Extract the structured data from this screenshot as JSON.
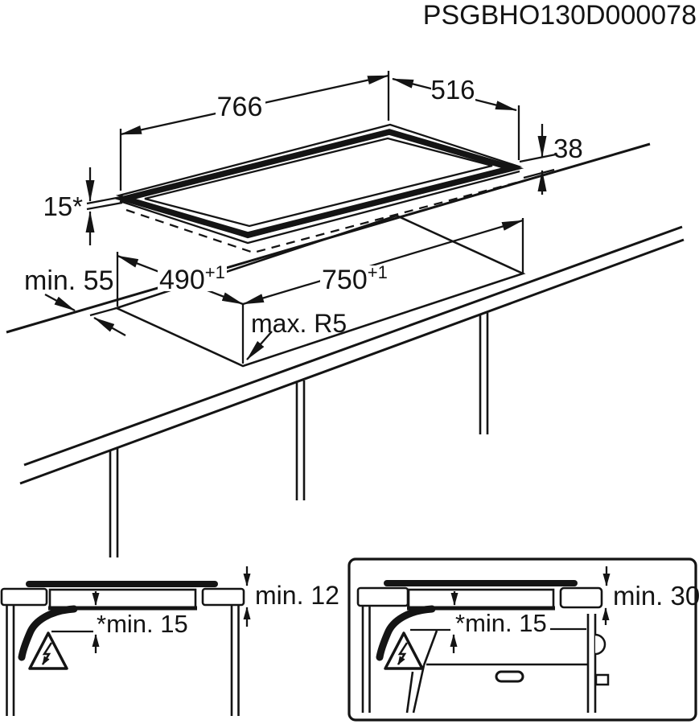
{
  "header": {
    "code": "PSGBHO130D000078"
  },
  "colors": {
    "ink": "#141414",
    "background": "#ffffff"
  },
  "hob_view": {
    "description": "isometric view of hob above worktop",
    "width_dim": "766",
    "depth_dim": "516",
    "build_in_depth_dim": "38",
    "profile_height_dim": "15*"
  },
  "cutout_view": {
    "description": "worktop cutout",
    "edge_distance_dim": "min. 55",
    "cutout_depth": {
      "base": "490",
      "sup": "+1"
    },
    "cutout_width": {
      "base": "750",
      "sup": "+1"
    },
    "corner_radius_dim": "max. R5"
  },
  "section_views": {
    "left": {
      "top_clearance": "min. 12",
      "bottom_clearance": "*min. 15",
      "icon": "electric-shock-warning-triangle"
    },
    "right": {
      "top_clearance": "min. 30",
      "bottom_clearance": "*min. 15",
      "icon": "electric-shock-warning-triangle"
    }
  },
  "icons": {
    "warning": "electric-shock-warning-triangle",
    "bolt": "lightning-bolt"
  }
}
